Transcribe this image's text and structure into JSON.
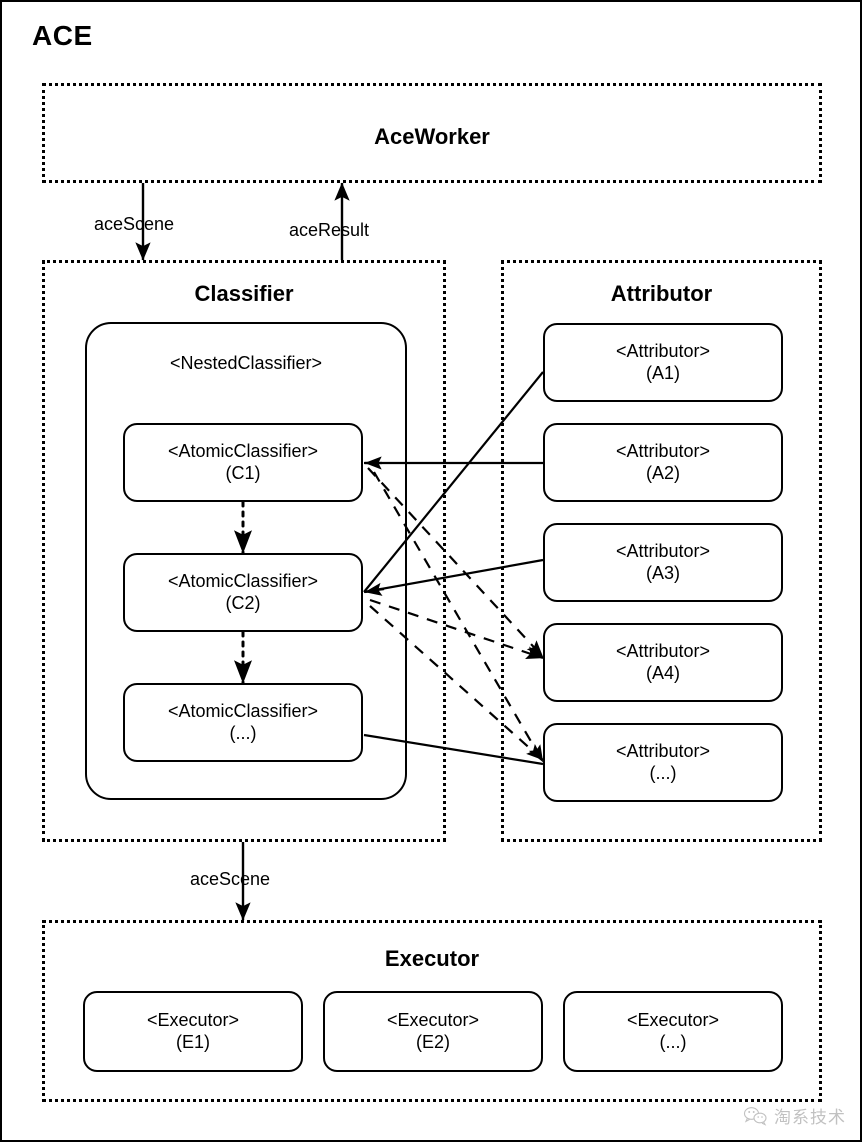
{
  "diagram": {
    "title": "ACE",
    "type": "architecture-block-diagram"
  },
  "groups": {
    "aceworker": {
      "title": "AceWorker"
    },
    "classifier": {
      "title": "Classifier"
    },
    "attributor": {
      "title": "Attributor"
    },
    "executor": {
      "title": "Executor"
    }
  },
  "nested_classifier": {
    "label": "<NestedClassifier>"
  },
  "classifier_nodes": [
    {
      "type": "<AtomicClassifier>",
      "id": "(C1)"
    },
    {
      "type": "<AtomicClassifier>",
      "id": "(C2)"
    },
    {
      "type": "<AtomicClassifier>",
      "id": "(...)"
    }
  ],
  "attributor_nodes": [
    {
      "type": "<Attributor>",
      "id": "(A1)"
    },
    {
      "type": "<Attributor>",
      "id": "(A2)"
    },
    {
      "type": "<Attributor>",
      "id": "(A3)"
    },
    {
      "type": "<Attributor>",
      "id": "(A4)"
    },
    {
      "type": "<Attributor>",
      "id": "(...)"
    }
  ],
  "executor_nodes": [
    {
      "type": "<Executor>",
      "id": "(E1)"
    },
    {
      "type": "<Executor>",
      "id": "(E2)"
    },
    {
      "type": "<Executor>",
      "id": "(...)"
    }
  ],
  "edge_labels": {
    "aceworker_to_classifier": "aceScene",
    "classifier_to_aceworker": "aceResult",
    "classifier_to_executor": "aceScene"
  },
  "watermark": {
    "text": "淘系技术",
    "icon": "wechat-icon"
  },
  "colors": {
    "stroke": "#000000",
    "background": "#ffffff",
    "watermark": "#6d6d6d"
  }
}
